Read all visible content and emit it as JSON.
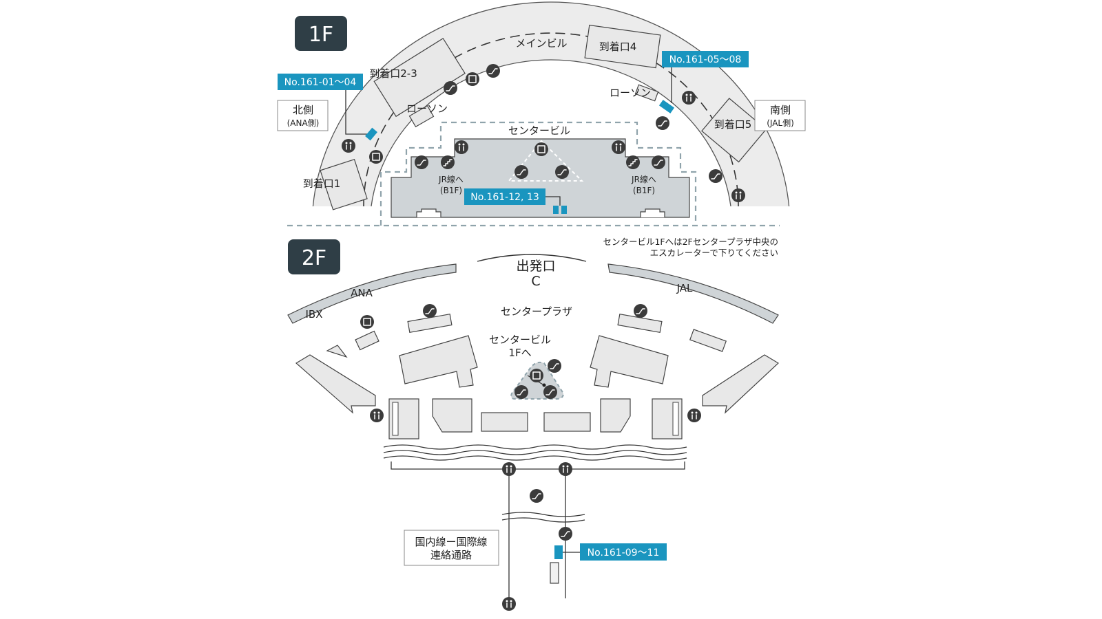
{
  "floors": {
    "f1": {
      "label": "1F"
    },
    "f2": {
      "label": "2F"
    }
  },
  "f1_labels": {
    "main_building": "メインビル",
    "arrival_4": "到着口4",
    "arrival_23": "到着口2-3",
    "arrival_1": "到着口1",
    "arrival_5": "到着口5",
    "lawson_left": "ローソン",
    "lawson_right": "ローソン",
    "center_building": "センタービル",
    "jr_left_1": "JR線へ",
    "jr_left_2": "(B1F)",
    "jr_right_1": "JR線へ",
    "jr_right_2": "(B1F)",
    "north_1": "北側",
    "north_2": "(ANA側)",
    "south_1": "南側",
    "south_2": "(JAL側)"
  },
  "tags": {
    "tag_01_04": "No.161-01〜04",
    "tag_05_08": "No.161-05〜08",
    "tag_12_13": "No.161-12, 13",
    "tag_09_11": "No.161-09〜11"
  },
  "note": {
    "line1": "センタービル1Fへは2Fセンタープラザ中央の",
    "line2": "エスカレーターで下りてください"
  },
  "f2_labels": {
    "departure_1": "出発口",
    "departure_2": "C",
    "ana": "ANA",
    "ibx": "IBX",
    "jal": "JAL",
    "center_plaza": "センタープラザ",
    "center_to1f_1": "センタービル",
    "center_to1f_2": "1Fへ",
    "corridor_1": "国内線ー国際線",
    "corridor_2": "連絡通路"
  },
  "colors": {
    "tag_blue": "#1a95bf",
    "floor_badge": "#2f3e46",
    "dashed_route": "#8fa3ab"
  },
  "icons": [
    "escalator-icon",
    "elevator-icon",
    "restroom-icon",
    "stairs-icon"
  ]
}
